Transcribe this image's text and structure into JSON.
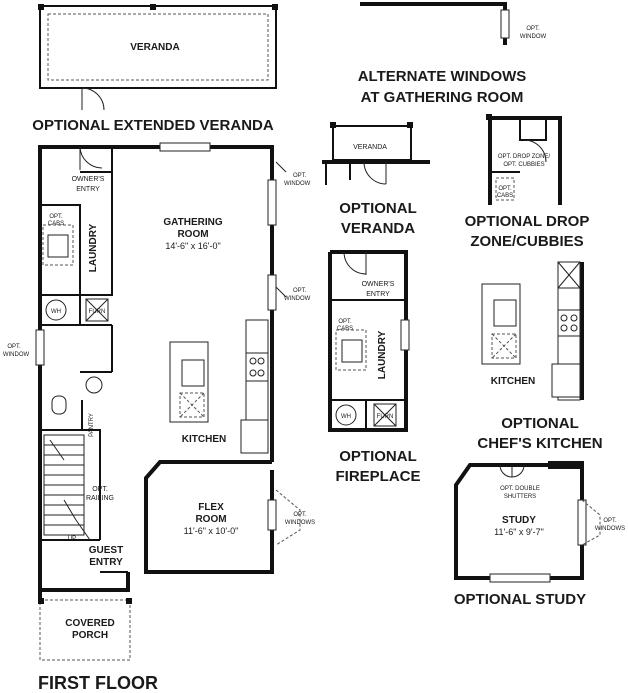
{
  "labels": {
    "veranda_top": "VERANDA",
    "optional_extended_veranda": "OPTIONAL EXTENDED VERANDA",
    "alternate_windows": "ALTERNATE WINDOWS",
    "at_gathering_room": "AT GATHERING ROOM",
    "opt_window": "OPT.",
    "opt_window_2": "WINDOW",
    "opt_windows_2": "WINDOWS",
    "owners_entry_1": "OWNER'S",
    "owners_entry_2": "ENTRY",
    "opt_cabs_1": "OPT.",
    "opt_cabs_2": "CABS",
    "laundry": "LAUNDRY",
    "gathering_room": "GATHERING",
    "gathering_room_2": "ROOM",
    "gathering_dim": "14'-6\" x 16'-0\"",
    "wh": "WH",
    "furn": "FURN",
    "pantry": "PANTRY",
    "kitchen": "KITCHEN",
    "opt_railing_1": "OPT.",
    "opt_railing_2": "RAILING",
    "up": "UP",
    "flex_room_1": "FLEX",
    "flex_room_2": "ROOM",
    "flex_dim": "11'-6\" x 10'-0\"",
    "guest_entry_1": "GUEST",
    "guest_entry_2": "ENTRY",
    "covered_porch_1": "COVERED",
    "covered_porch_2": "PORCH",
    "first_floor": "FIRST FLOOR",
    "veranda_small": "VERANDA",
    "optional_veranda_1": "OPTIONAL",
    "optional_veranda_2": "VERANDA",
    "optional_fireplace_1": "OPTIONAL",
    "optional_fireplace_2": "FIREPLACE",
    "opt_drop_zone_1": "OPT. DROP ZONE/",
    "opt_drop_zone_2": "OPT. CUBBIES",
    "optional_drop_zone_1": "OPTIONAL DROP",
    "optional_drop_zone_2": "ZONE/CUBBIES",
    "optional_chefs_1": "OPTIONAL",
    "optional_chefs_2": "CHEF'S KITCHEN",
    "opt_double_1": "OPT. DOUBLE",
    "opt_double_2": "SHUTTERS",
    "study": "STUDY",
    "study_dim": "11'-6\" x 9'-7\"",
    "optional_study": "OPTIONAL STUDY"
  }
}
